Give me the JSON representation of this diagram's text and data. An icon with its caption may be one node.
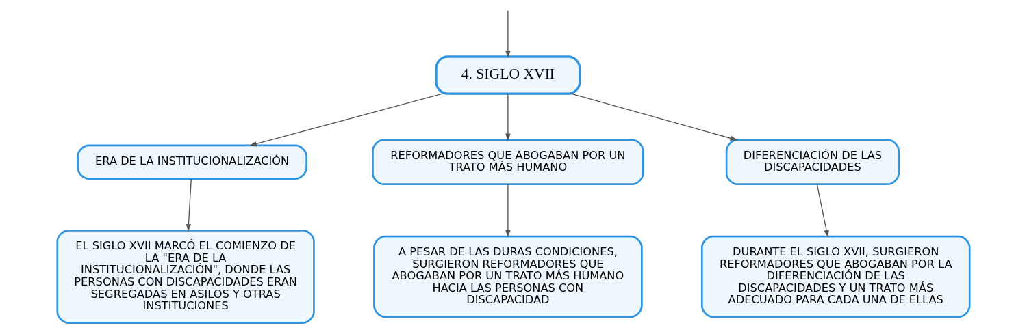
{
  "diagram": {
    "nodes": [
      {
        "text": [
          "4. SIGLO XVII"
        ]
      },
      {
        "text": [
          "ERA DE LA INSTITUCIONALIZACIÓN"
        ]
      },
      {
        "text": [
          "REFORMADORES QUE ABOGABAN POR UN TRATO MÁS HUMANO"
        ]
      },
      {
        "text": [
          "DIFERENCIACIÓN DE LAS DISCAPACIDADES"
        ]
      },
      {
        "text": [
          "EL SIGLO XVII MARCÓ EL COMIENZO DE LA \"ERA DE LA INSTITUCIONALIZACIÓN\", DONDE LAS PERSONAS CON DISCAPACIDADES ERAN SEGREGADAS EN ASILOS Y OTRAS INSTITUCIONES"
        ]
      },
      {
        "text": [
          "A PESAR DE LAS DURAS CONDICIONES, SURGIERON REFORMADORES QUE ABOGABAN POR UN TRATO MÁS HUMANO HACIA LAS PERSONAS CON DISCAPACIDAD"
        ]
      },
      {
        "text": [
          "DURANTE EL SIGLO XVII, SURGIERON REFORMADORES QUE ABOGABAN POR LA DIFERENCIACIÓN DE LAS DISCAPACIDADES Y UN TRATO MÁS ADECUADO PARA CADA UNA DE ELLAS"
        ]
      }
    ],
    "edges": [
      {
        "from": null,
        "to": 0,
        "arrow": "to"
      },
      {
        "from": 0,
        "to": 1,
        "arrow": "to"
      },
      {
        "from": 0,
        "to": 2,
        "arrow": "to"
      },
      {
        "from": 0,
        "to": 3,
        "arrow": "to"
      },
      {
        "from": 1,
        "to": 4,
        "arrow": "to"
      },
      {
        "from": 2,
        "to": 5,
        "arrow": "to"
      },
      {
        "from": 3,
        "to": 6,
        "arrow": "to"
      }
    ]
  }
}
